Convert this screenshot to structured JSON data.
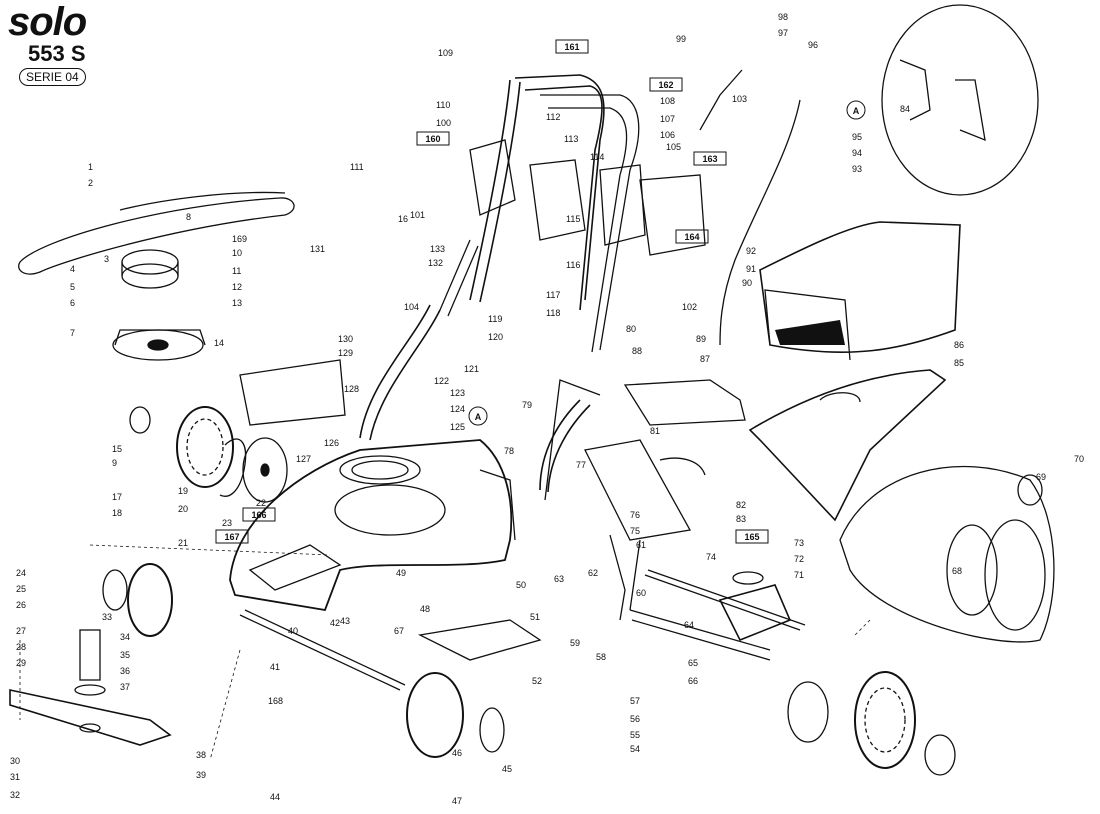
{
  "header": {
    "brand": "solo",
    "model": "553 S",
    "series": "SERIE 04"
  },
  "callouts": {
    "circleA": "A",
    "boxed": [
      "161",
      "162",
      "160",
      "163",
      "164",
      "166",
      "167",
      "165"
    ],
    "parts": [
      "1",
      "2",
      "3",
      "4",
      "5",
      "6",
      "7",
      "8",
      "9",
      "10",
      "11",
      "12",
      "13",
      "14",
      "15",
      "16",
      "17",
      "18",
      "19",
      "20",
      "21",
      "22",
      "23",
      "24",
      "25",
      "26",
      "27",
      "28",
      "29",
      "30",
      "31",
      "32",
      "33",
      "34",
      "35",
      "36",
      "37",
      "38",
      "39",
      "40",
      "41",
      "42",
      "43",
      "44",
      "45",
      "46",
      "47",
      "48",
      "49",
      "50",
      "51",
      "52",
      "54",
      "55",
      "56",
      "57",
      "58",
      "59",
      "60",
      "61",
      "62",
      "63",
      "64",
      "65",
      "66",
      "67",
      "68",
      "69",
      "70",
      "71",
      "72",
      "73",
      "74",
      "75",
      "76",
      "77",
      "78",
      "79",
      "80",
      "81",
      "82",
      "83",
      "84",
      "85",
      "86",
      "87",
      "88",
      "89",
      "90",
      "91",
      "92",
      "93",
      "94",
      "95",
      "96",
      "97",
      "98",
      "99",
      "100",
      "101",
      "102",
      "103",
      "104",
      "105",
      "106",
      "107",
      "108",
      "109",
      "110",
      "111",
      "112",
      "113",
      "114",
      "115",
      "116",
      "117",
      "118",
      "119",
      "120",
      "121",
      "122",
      "123",
      "124",
      "125",
      "126",
      "127",
      "128",
      "129",
      "130",
      "131",
      "132",
      "133",
      "168",
      "169"
    ]
  }
}
